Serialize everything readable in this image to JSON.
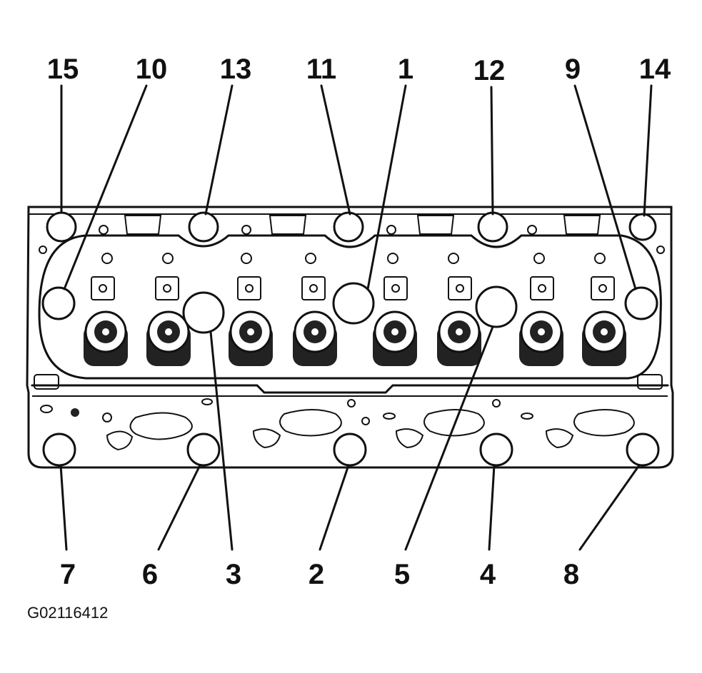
{
  "figure_code": "G02116412",
  "top_labels": [
    "15",
    "10",
    "13",
    "11",
    "1",
    "12",
    "9",
    "14"
  ],
  "bottom_labels": [
    "7",
    "6",
    "3",
    "2",
    "5",
    "4",
    "8"
  ]
}
